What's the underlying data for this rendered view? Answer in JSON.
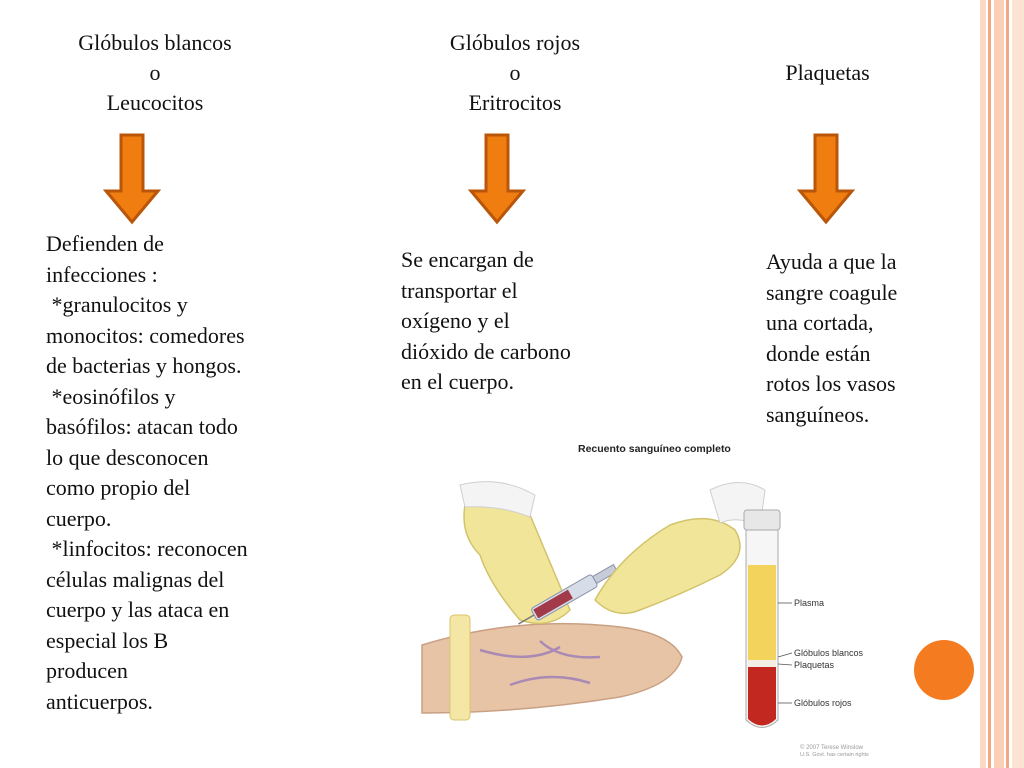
{
  "slide": {
    "columns": [
      {
        "header": [
          "Glóbulos blancos",
          "o",
          "Leucocitos"
        ],
        "body": "Defienden de\ninfecciones :\n *granulocitos y\nmonocitos: comedores\nde bacterias y hongos.\n *eosinófilos y\nbasófilos: atacan todo\nlo que desconocen\ncomo propio del\ncuerpo.\n *linfocitos: reconocen\ncélulas malignas del\ncuerpo y las ataca en\nespecial los B\nproducen\nanticuerpos."
      },
      {
        "header": [
          "Glóbulos rojos",
          "o",
          "Eritrocitos"
        ],
        "body": "Se encargan de\ntransportar el\noxígeno y el\ndióxido de carbono\nen el cuerpo."
      },
      {
        "header": [
          "Plaquetas"
        ],
        "body": "Ayuda a que la\nsangre coagule\nuna cortada,\ndonde están\nrotos los vasos\nsanguíneos."
      }
    ],
    "illustration": {
      "title": "Recuento sanguíneo completo",
      "labels": {
        "plasma": "Plasma",
        "wbc": "Glóbulos blancos",
        "platelets": "Plaquetas",
        "rbc": "Glóbulos rojos"
      },
      "credit_1": "© 2007 Terese Winslow",
      "credit_2": "U.S. Govt. has certain rights"
    },
    "colors": {
      "arrow_fill": "#f07d10",
      "arrow_stroke": "#b9560a",
      "accent_circle": "#f47b20",
      "stripe": "#f3a77d"
    }
  }
}
